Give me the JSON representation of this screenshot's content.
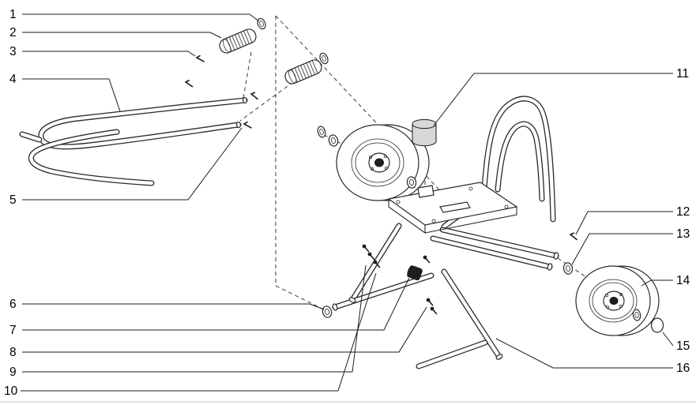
{
  "colors": {
    "line": "#2a2a2a",
    "dash": "#3a3a3a",
    "page_background": "#ffffff",
    "divider": "#c4c4c4"
  },
  "diagram": {
    "callouts": [
      {
        "label": "1"
      },
      {
        "label": "2"
      },
      {
        "label": "3"
      },
      {
        "label": "4"
      },
      {
        "label": "5"
      },
      {
        "label": "6"
      },
      {
        "label": "7"
      },
      {
        "label": "8"
      },
      {
        "label": "9"
      },
      {
        "label": "10"
      },
      {
        "label": "11"
      },
      {
        "label": "12"
      },
      {
        "label": "13"
      },
      {
        "label": "14"
      },
      {
        "label": "15"
      },
      {
        "label": "16"
      }
    ]
  }
}
